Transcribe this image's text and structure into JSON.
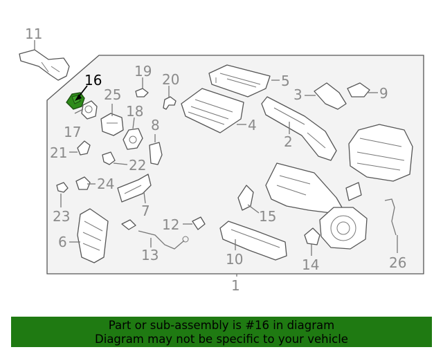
{
  "callouts": {
    "n1": "1",
    "n2": "2",
    "n3": "3",
    "n4": "4",
    "n5": "5",
    "n6": "6",
    "n7": "7",
    "n8": "8",
    "n9": "9",
    "n10": "10",
    "n11": "11",
    "n12": "12",
    "n13": "13",
    "n14": "14",
    "n15": "15",
    "n16": "16",
    "n17": "17",
    "n18": "18",
    "n19": "19",
    "n20": "20",
    "n21": "21",
    "n22": "22",
    "n23": "23",
    "n24": "24",
    "n25": "25",
    "n26": "26"
  },
  "highlighted_part": "16",
  "banner": {
    "line1": "Part or sub-assembly is #16 in diagram",
    "line2": "Diagram may not be specific to your vehicle"
  },
  "colors": {
    "banner_bg": "#1f7a12",
    "highlight_part": "#2e8b1a",
    "callout_text": "#8a8a8a",
    "box_fill": "#f3f3f3"
  }
}
